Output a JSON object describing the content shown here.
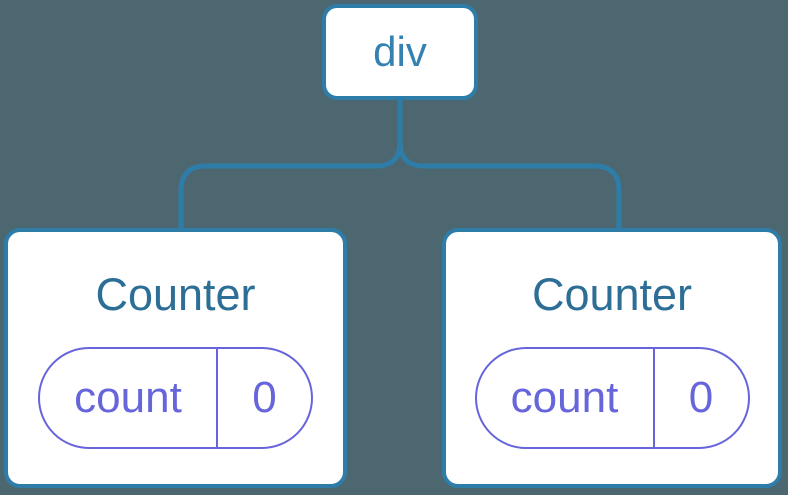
{
  "theme": {
    "bg": "#4C6770",
    "line": "#2E7DA9",
    "node_fill": "#FFFFFF",
    "root_text": "#3582B2",
    "component_text": "#2C6E96",
    "state_accent": "#6765DB"
  },
  "diagram": {
    "root": {
      "label": "div"
    },
    "children": [
      {
        "name": "Counter",
        "state": [
          {
            "key": "count",
            "value": "0"
          }
        ]
      },
      {
        "name": "Counter",
        "state": [
          {
            "key": "count",
            "value": "0"
          }
        ]
      }
    ]
  }
}
